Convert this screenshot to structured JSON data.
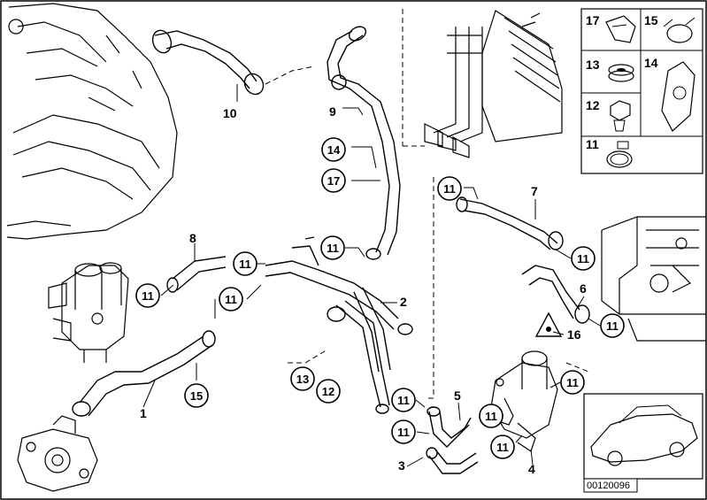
{
  "diagram": {
    "plain_labels": [
      {
        "id": "label-10",
        "text": "10"
      },
      {
        "id": "label-9",
        "text": "9"
      },
      {
        "id": "label-7",
        "text": "7"
      },
      {
        "id": "label-8",
        "text": "8"
      },
      {
        "id": "label-6",
        "text": "6"
      },
      {
        "id": "label-2",
        "text": "2"
      },
      {
        "id": "label-16",
        "text": "16"
      },
      {
        "id": "label-1",
        "text": "1"
      },
      {
        "id": "label-5",
        "text": "5"
      },
      {
        "id": "label-3",
        "text": "3"
      },
      {
        "id": "label-4",
        "text": "4"
      }
    ],
    "callouts": [
      {
        "id": "callout-14-hose",
        "text": "14"
      },
      {
        "id": "callout-17-hose",
        "text": "17"
      },
      {
        "id": "callout-11-upper-hose",
        "text": "11"
      },
      {
        "id": "callout-11-hose7-left",
        "text": "11"
      },
      {
        "id": "callout-11-hose7-right",
        "text": "11"
      },
      {
        "id": "callout-11-hose6",
        "text": "11"
      },
      {
        "id": "callout-11-hose8-left",
        "text": "11"
      },
      {
        "id": "callout-11-hose8-right",
        "text": "11"
      },
      {
        "id": "callout-11-hose15-top",
        "text": "11"
      },
      {
        "id": "callout-15-hose",
        "text": "15"
      },
      {
        "id": "callout-13",
        "text": "13"
      },
      {
        "id": "callout-12",
        "text": "12"
      },
      {
        "id": "callout-11-pipe-lower",
        "text": "11"
      },
      {
        "id": "callout-11-hose5",
        "text": "11"
      },
      {
        "id": "callout-11-hose3",
        "text": "11"
      },
      {
        "id": "callout-11-valve-left",
        "text": "11"
      },
      {
        "id": "callout-11-valve-bottom",
        "text": "11"
      },
      {
        "id": "callout-11-valve-right",
        "text": "11"
      }
    ],
    "legend": [
      {
        "id": "legend-17",
        "text": "17"
      },
      {
        "id": "legend-15",
        "text": "15"
      },
      {
        "id": "legend-13",
        "text": "13"
      },
      {
        "id": "legend-14",
        "text": "14"
      },
      {
        "id": "legend-12",
        "text": "12"
      },
      {
        "id": "legend-11",
        "text": "11"
      }
    ],
    "diagram_code": "00120096"
  },
  "colors": {
    "line": "#000000",
    "background": "#ffffff"
  }
}
